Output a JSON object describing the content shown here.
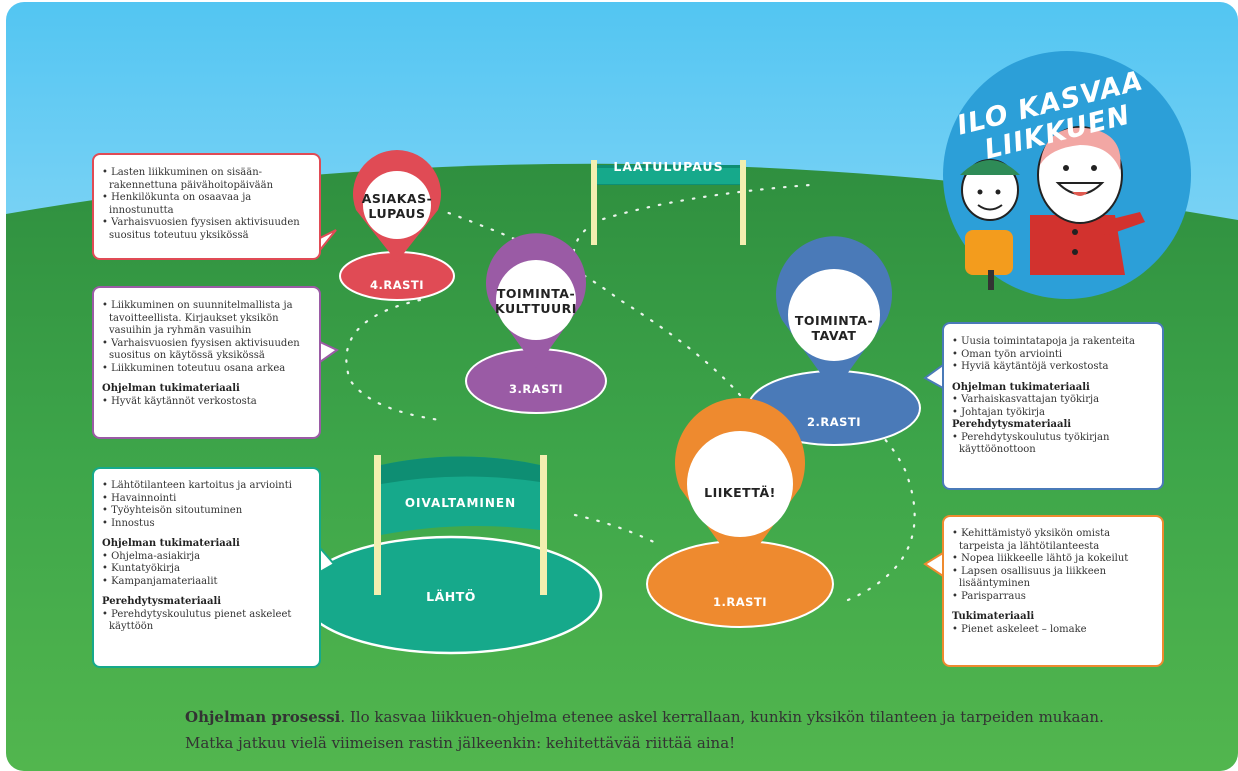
{
  "colors": {
    "sky_top": "#5bc8f2",
    "grass": "#3fa24a",
    "red": "#e04b55",
    "purple": "#9a5ba5",
    "blue": "#4a7ab8",
    "orange": "#ee8a2f",
    "teal": "#16a98b"
  },
  "logo": {
    "line1": "ILO KASVAA",
    "line2": "LIIKKUEN"
  },
  "banner_top": {
    "label": "LAATULUPAUS"
  },
  "banner_bottom": {
    "label": "OIVALTAMINEN"
  },
  "start": {
    "label": "LÄHTÖ"
  },
  "pins": {
    "asiakas": {
      "line1": "ASIAKAS-",
      "line2": "LUPAUS",
      "rasti": "4.RASTI"
    },
    "toimintakulttuuri": {
      "line1": "TOIMINTA-",
      "line2": "KULTTUURI",
      "rasti": "3.RASTI"
    },
    "toimintatavat": {
      "line1": "TOIMINTA-",
      "line2": "TAVAT",
      "rasti": "2.RASTI"
    },
    "liiketta": {
      "line1": "LIIKETTÄ!",
      "rasti": "1.RASTI"
    }
  },
  "box_red": {
    "items": [
      "Lasten liikkuminen on sisään-rakennettuna päivähoitopäivään",
      "Henkilökunta on osaavaa ja innostunutta",
      "Varhaisvuosien fyysisen aktivisuuden suositus toteutuu yksikössä"
    ]
  },
  "box_purple": {
    "items": [
      "Liikkuminen on suunnitelmallista ja tavoitteellista. Kirjaukset yksikön vasuihin ja ryhmän vasuihin",
      "Varhaisvuosien fyysisen aktivisuuden suositus on käytössä yksikössä",
      "Liikkuminen toteutuu osana arkea"
    ],
    "heading": "Ohjelman tukimateriaali",
    "sub": [
      "Hyvät käytännöt verkostosta"
    ]
  },
  "box_teal": {
    "items": [
      "Lähtötilanteen kartoitus ja arviointi",
      "Havainnointi",
      "Työyhteisön sitoutuminen",
      "Innostus"
    ],
    "heading1": "Ohjelman tukimateriaali",
    "sub1": [
      "Ohjelma-asiakirja",
      "Kuntatyökirja",
      "Kampanjamateriaalit"
    ],
    "heading2": "Perehdytysmateriaali",
    "sub2": [
      "Perehdytyskoulutus pienet askeleet käyttöön"
    ]
  },
  "box_blue": {
    "items": [
      "Uusia toimintatapoja ja rakenteita",
      "Oman työn arviointi",
      "Hyviä käytäntöjä verkostosta"
    ],
    "heading1": "Ohjelman tukimateriaali",
    "sub1": [
      "Varhaiskasvattajan työkirja",
      "Johtajan työkirja"
    ],
    "heading2": "Perehdytysmateriaali",
    "sub2": [
      "Perehdytyskoulutus työkirjan käyttöönottoon"
    ]
  },
  "box_orange": {
    "items": [
      "Kehittämistyö yksikön omista tarpeista ja lähtötilanteesta",
      "Nopea liikkeelle lähtö ja kokeilut",
      "Lapsen osallisuus ja liikkeen lisääntyminen",
      "Parisparraus"
    ],
    "heading": "Tukimateriaali",
    "sub": [
      "Pienet askeleet – lomake"
    ]
  },
  "caption": {
    "bold": "Ohjelman prosessi",
    "text": ". Ilo kasvaa liikkuen-ohjelma etenee askel kerrallaan, kunkin yksikön tilanteen ja tarpeiden mukaan. Matka jatkuu vielä viimeisen rastin jälkeenkin: kehitettävää riittää aina!"
  }
}
